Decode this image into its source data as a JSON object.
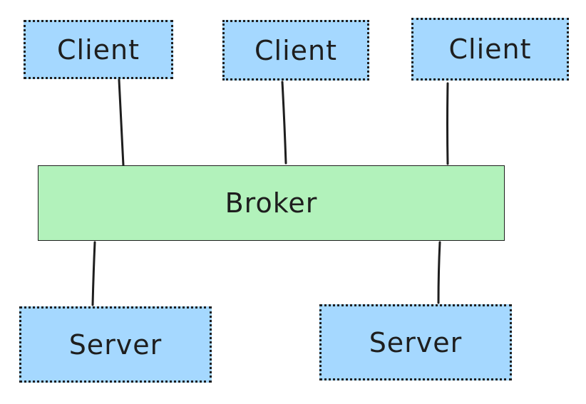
{
  "diagram": {
    "clients": [
      {
        "label": "Client"
      },
      {
        "label": "Client"
      },
      {
        "label": "Client"
      }
    ],
    "broker": {
      "label": "Broker"
    },
    "servers": [
      {
        "label": "Server"
      },
      {
        "label": "Server"
      }
    ],
    "connections": [
      {
        "from": "client-1",
        "to": "broker"
      },
      {
        "from": "client-2",
        "to": "broker"
      },
      {
        "from": "client-3",
        "to": "broker"
      },
      {
        "from": "broker",
        "to": "server-1"
      },
      {
        "from": "broker",
        "to": "server-2"
      }
    ]
  },
  "colors": {
    "client_fill": "#a5d8ff",
    "server_fill": "#a5d8ff",
    "broker_fill": "#b2f2bb",
    "stroke": "#1e1e1e"
  }
}
